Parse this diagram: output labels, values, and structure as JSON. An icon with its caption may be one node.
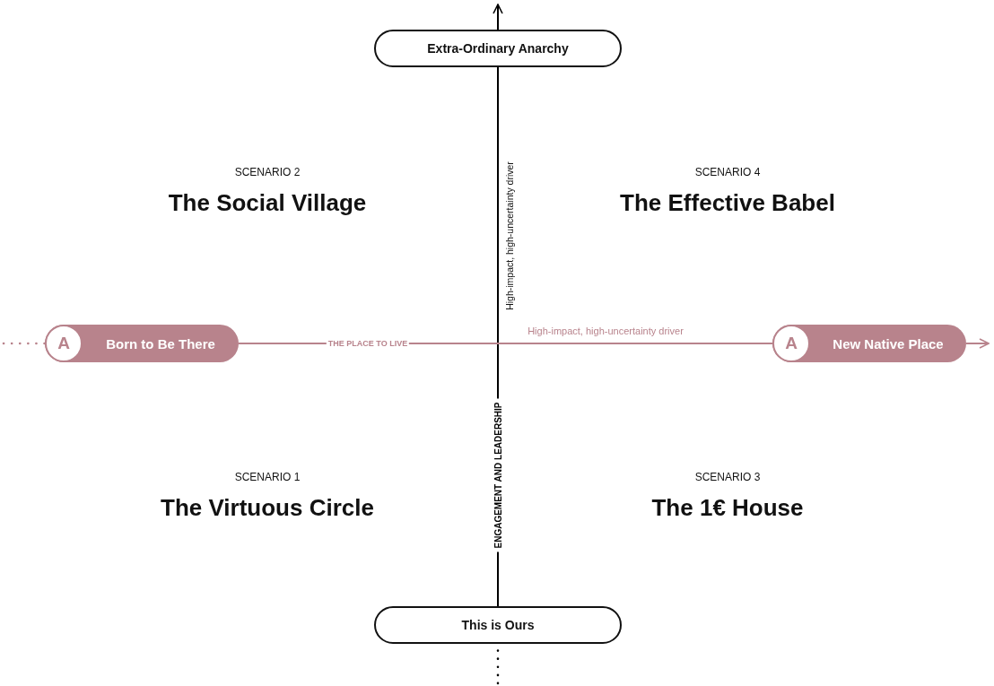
{
  "diagram": {
    "nodes": [
      {
        "text": [
          "Extra-Ordinary Anarchy"
        ]
      },
      {
        "text": [
          "Born to Be There"
        ]
      },
      {
        "text": [
          "A"
        ],
        "in": 1
      },
      {
        "text": [
          "New Native Place"
        ]
      },
      {
        "text": [
          "A"
        ],
        "in": 3
      },
      {
        "text": [
          "This is Ours"
        ]
      }
    ],
    "edges": [
      {
        "from": 5,
        "to": 0,
        "arrow": "none",
        "label": "ENGAGEMENT AND LEADERSHIP",
        "color": "#000000"
      },
      {
        "from": 0,
        "to": null,
        "arrow": "to",
        "color": "#000000"
      },
      {
        "from": null,
        "to": 5,
        "arrow": "none",
        "style": "dashed",
        "color": "#000000"
      },
      {
        "from": 1,
        "to": 3,
        "arrow": "none",
        "label": "THE PLACE TO LIVE",
        "color": "#b8838c"
      },
      {
        "from": 3,
        "to": null,
        "arrow": "to",
        "color": "#b8838c"
      },
      {
        "from": null,
        "to": 1,
        "arrow": "none",
        "style": "dashed",
        "color": "#b8838c"
      }
    ],
    "labels": [
      "SCENARIO 2",
      "The Social Village",
      "SCENARIO 4",
      "The Effective Babel",
      "High-impact, high-uncertainty driver",
      "High-impact, high-uncertainty driver",
      "SCENARIO 1",
      "The Virtuous Circle",
      "SCENARIO 3",
      "The 1€ House"
    ]
  }
}
